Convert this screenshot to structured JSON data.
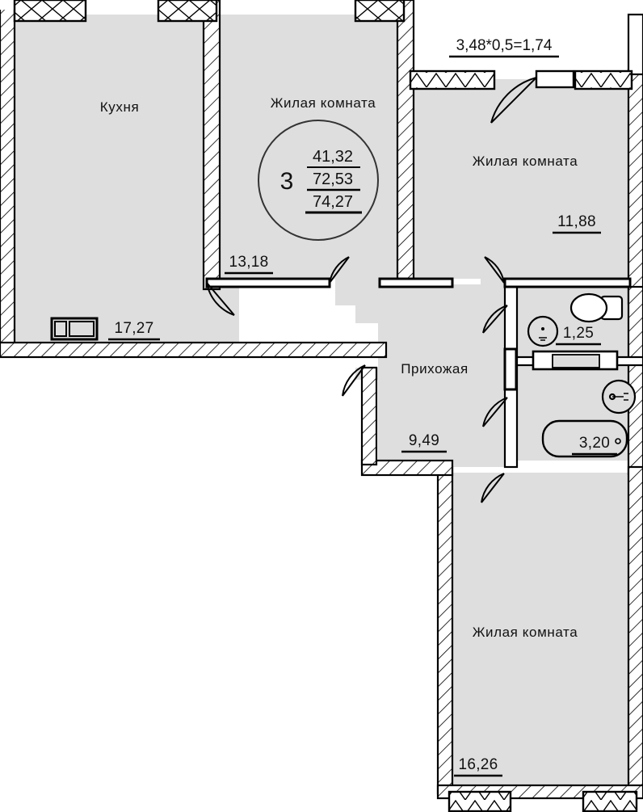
{
  "plan": {
    "type": "apartment-floor-plan",
    "language": "ru",
    "colors": {
      "room_fill": "#dedede",
      "wall_stroke": "#000000",
      "wall_fill": "#ffffff",
      "page_background": "#ffffff",
      "text": "#111111"
    },
    "badge": {
      "rooms_count": "3",
      "living_area": "41,32",
      "total_area_without_balcony": "72,53",
      "total_area_with_balcony": "74,27"
    },
    "balcony": {
      "label": "3,48*0,5=1,74"
    },
    "rooms": [
      {
        "id": "kitchen",
        "name": "Кухня",
        "area": "17,27"
      },
      {
        "id": "living-center",
        "name": "Жилая комната",
        "area": "13,18"
      },
      {
        "id": "living-right",
        "name": "Жилая комната",
        "area": "11,88"
      },
      {
        "id": "hallway",
        "name": "Прихожая",
        "area": "9,49"
      },
      {
        "id": "wc",
        "name": "",
        "area": "1,25"
      },
      {
        "id": "bathroom",
        "name": "",
        "area": "3,20"
      },
      {
        "id": "living-bottom",
        "name": "Жилая комната",
        "area": "16,26"
      }
    ],
    "fixtures": [
      {
        "id": "kitchen-sink",
        "icon": "sink-icon"
      },
      {
        "id": "wc-toilet",
        "icon": "toilet-icon"
      },
      {
        "id": "wc-washbasin",
        "icon": "washbasin-icon"
      },
      {
        "id": "bath-tub",
        "icon": "bathtub-icon"
      },
      {
        "id": "washing-machine",
        "icon": "washing-machine-icon"
      }
    ]
  }
}
